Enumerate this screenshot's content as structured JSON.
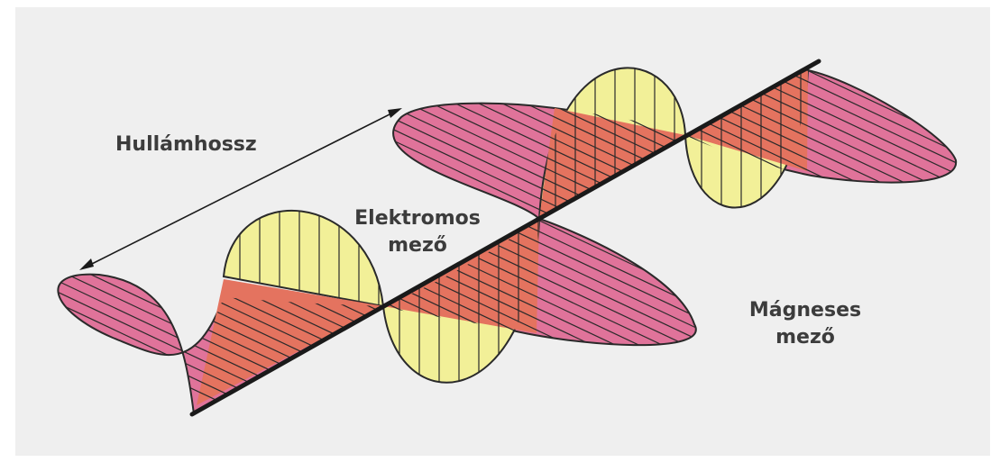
{
  "labels": {
    "wavelength": "Hullámhossz",
    "electric_line1": "Elektromos",
    "electric_line2": "mező",
    "magnetic_line1": "Mágneses",
    "magnetic_line2": "mező"
  },
  "colors": {
    "background": "#efefef",
    "magnetic_field": "#e0739a",
    "electric_field": "#f2f098",
    "overlap": "#e4735f",
    "outline": "#2a2a2a"
  }
}
